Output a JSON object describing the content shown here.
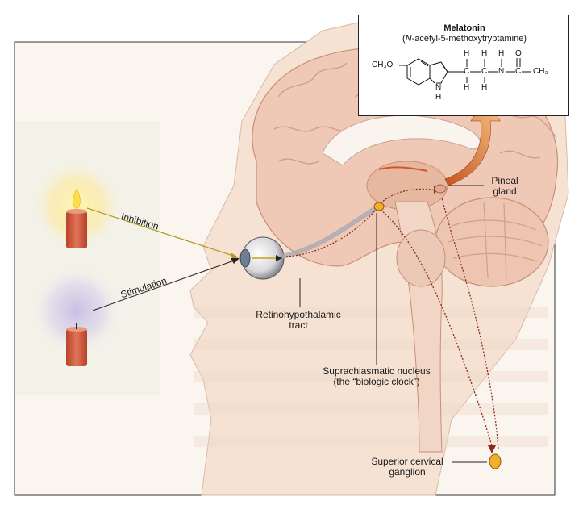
{
  "labels": {
    "inhibition": "Inhibition",
    "stimulation": "Stimulation",
    "retino_line1": "Retinohypothalamic",
    "retino_line2": "tract",
    "scn_line1": "Suprachiasmatic nucleus",
    "scn_line2": "(the “biologic clock”)",
    "pineal_line1": "Pineal",
    "pineal_line2": "gland",
    "scg_line1": "Superior cervical",
    "scg_line2": "ganglion"
  },
  "melatonin": {
    "title": "Melatonin",
    "subtitle_italic": "N",
    "subtitle_rest": "-acetyl-5-methoxytryptamine)",
    "subtitle_open": "(",
    "ch3o": "CH₃O",
    "nh_n": "N",
    "nh_h": "H",
    "chain_h1": "H",
    "chain_h2": "H",
    "chain_h3": "H",
    "chain_c1": "C",
    "chain_c2": "C",
    "chain_h4": "H",
    "chain_h5": "H",
    "chain_n": "N",
    "chain_c3": "C",
    "chain_o": "O",
    "chain_ch3": "CH₃"
  },
  "colors": {
    "skin": "#f6e6da",
    "brain": "#efcbb8",
    "brain_shadow": "#d9a58e",
    "candle": "#d0573a",
    "flame": "#ffd23f",
    "glow_yellow": "#fff3a8",
    "glow_purple": "#cfc6e4",
    "arrow_orange": "#e07a2a",
    "dotted_path": "#8a2c1c"
  }
}
